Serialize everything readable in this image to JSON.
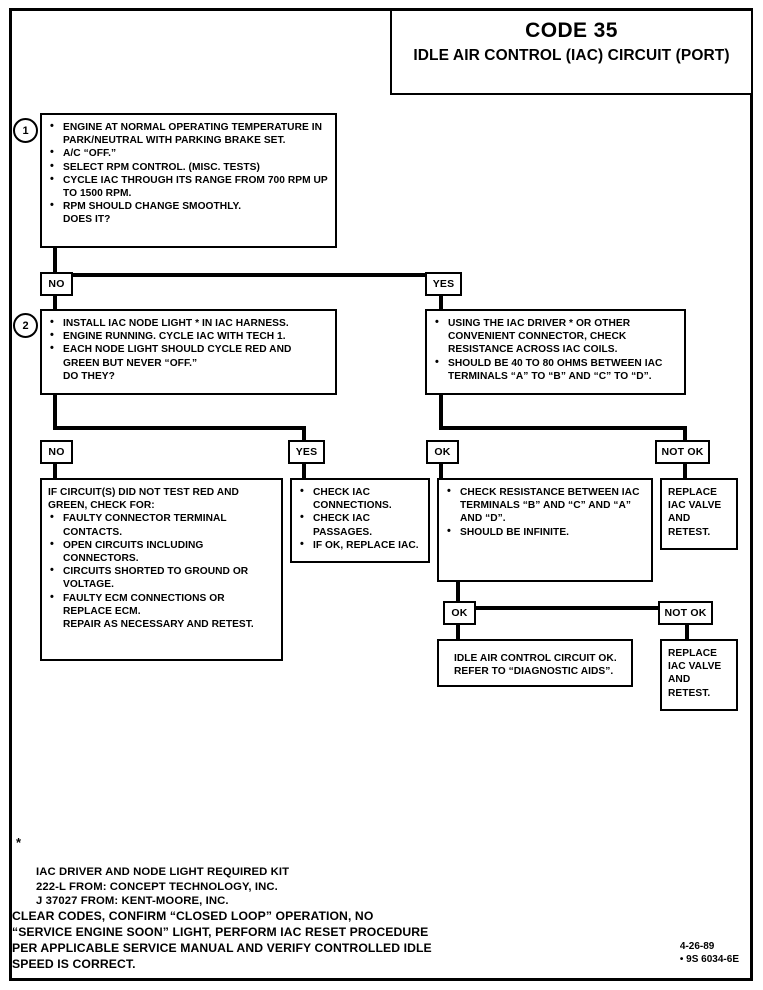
{
  "title": {
    "code": "CODE 35",
    "subtitle": "IDLE AIR CONTROL (IAC) CIRCUIT\n(PORT)"
  },
  "steps": {
    "one": {
      "number": "1",
      "lines": [
        "ENGINE AT NORMAL OPERATING TEMPERATURE IN PARK/NEUTRAL WITH PARKING BRAKE SET.",
        "A/C “OFF.”",
        "SELECT RPM CONTROL.  (MISC. TESTS)",
        "CYCLE IAC THROUGH ITS RANGE FROM 700 RPM UP TO 1500 RPM.",
        "RPM SHOULD CHANGE SMOOTHLY.",
        "DOES IT?"
      ],
      "b1": "ENGINE AT NORMAL OPERATING TEMPERATURE IN PARK/NEUTRAL WITH PARKING BRAKE SET.",
      "b2": "A/C “OFF.”",
      "b3": "SELECT RPM CONTROL.  (MISC. TESTS)",
      "b4": "CYCLE IAC THROUGH ITS RANGE FROM 700 RPM UP TO 1500 RPM.",
      "b5": "RPM SHOULD CHANGE SMOOTHLY.",
      "tail": "DOES IT?"
    },
    "two": {
      "number": "2",
      "b1": "INSTALL IAC NODE LIGHT * IN IAC HARNESS.",
      "b2": "ENGINE RUNNING.  CYCLE IAC WITH TECH 1.",
      "b3": "EACH NODE LIGHT SHOULD CYCLE RED AND GREEN BUT NEVER “OFF.”",
      "tail": "DO THEY?"
    }
  },
  "branch_labels": {
    "no_1": "NO",
    "yes_1": "YES",
    "no_2": "NO",
    "yes_2": "YES",
    "ok_1": "OK",
    "not_ok_1": "NOT OK",
    "ok_2": "OK",
    "not_ok_2": "NOT OK"
  },
  "boxes": {
    "resistance_check": {
      "b1": "USING THE IAC DRIVER * OR OTHER CONVENIENT CONNECTOR, CHECK RESISTANCE ACROSS IAC COILS.",
      "b2": "SHOULD BE 40 TO 80 OHMS BETWEEN IAC TERMINALS “A” TO “B” AND “C” TO “D”."
    },
    "circuit_fault": {
      "header": "IF CIRCUIT(S) DID NOT TEST RED AND GREEN, CHECK FOR:",
      "b1": "FAULTY CONNECTOR TERMINAL CONTACTS.",
      "b2": "OPEN CIRCUITS INCLUDING CONNECTORS.",
      "b3": "CIRCUITS SHORTED TO GROUND OR VOLTAGE.",
      "b4": "FAULTY ECM CONNECTIONS OR REPLACE ECM.",
      "tail": "REPAIR AS NECESSARY AND RETEST."
    },
    "check_iac": {
      "b1": "CHECK IAC CONNECTIONS.",
      "b2": "CHECK IAC PASSAGES.",
      "b3": "IF OK, REPLACE IAC."
    },
    "resistance_infinite": {
      "b1": "CHECK RESISTANCE BETWEEN IAC TERMINALS “B” AND “C” AND “A” AND “D”.",
      "b2": "SHOULD BE INFINITE."
    },
    "replace_valve_top": "REPLACE IAC VALVE AND RETEST.",
    "replace_valve_bottom": "REPLACE IAC VALVE AND RETEST.",
    "circuit_ok": "IDLE AIR CONTROL CIRCUIT OK.\nREFER TO “DIAGNOSTIC AIDS”."
  },
  "footnote": {
    "star": "*",
    "text": "IAC DRIVER AND NODE LIGHT REQUIRED KIT\n222-L FROM:  CONCEPT TECHNOLOGY, INC.\nJ 37027 FROM:  KENT-MOORE, INC."
  },
  "clear_codes": "CLEAR CODES, CONFIRM “CLOSED LOOP” OPERATION, NO\n“SERVICE ENGINE SOON” LIGHT, PERFORM IAC RESET PROCEDURE\nPER APPLICABLE SERVICE MANUAL AND VERIFY CONTROLLED IDLE\nSPEED IS CORRECT.",
  "doc_stamp": {
    "date": "4-26-89",
    "part": "• 9S 6034-6E"
  }
}
